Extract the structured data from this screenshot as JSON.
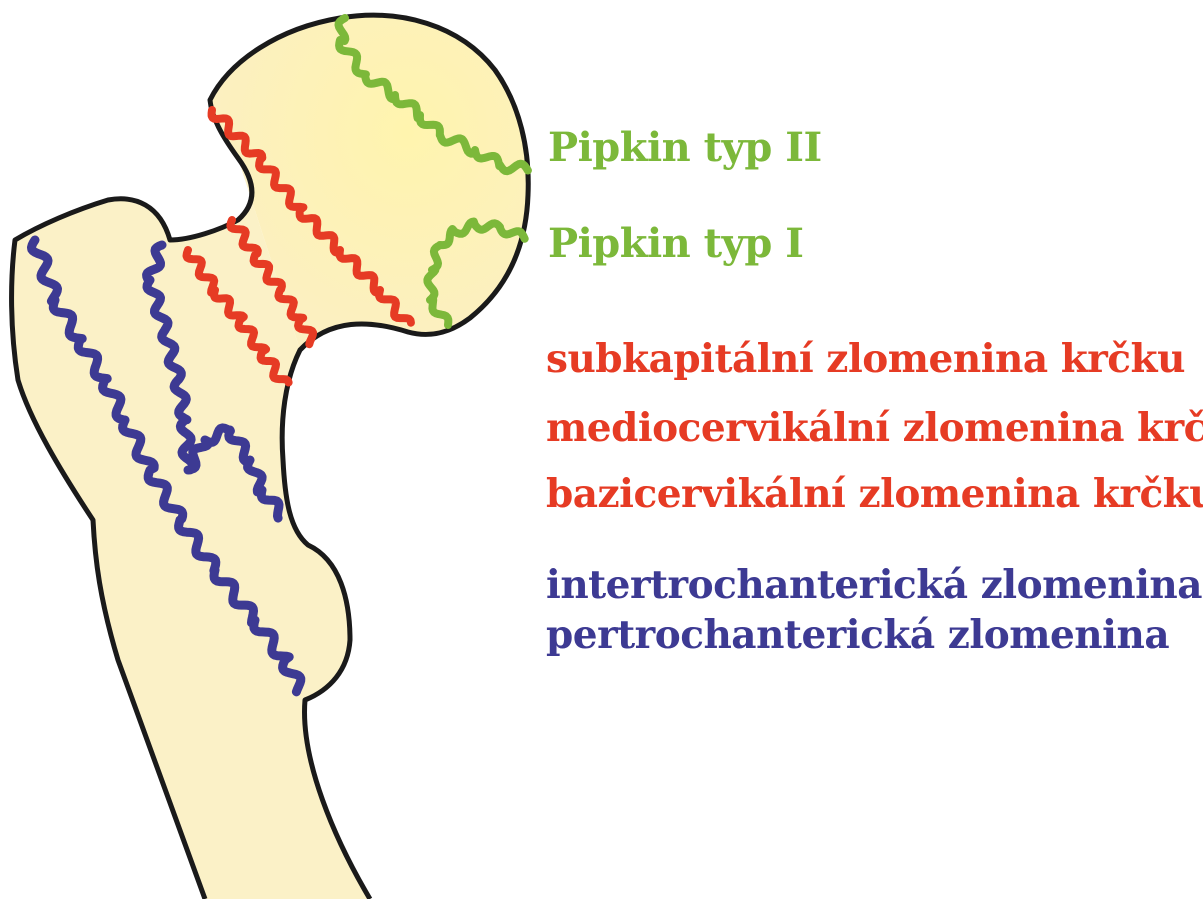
{
  "colors": {
    "pipkin": "#7cb83a",
    "neck": "#e63b24",
    "trochanteric": "#3d3a93",
    "bone_fill_light": "#fff3b8",
    "bone_fill": "#fbf1c7",
    "outline": "#1a1a1a"
  },
  "labels": {
    "pipkin_type_2": "Pipkin typ II",
    "pipkin_type_1": "Pipkin typ I",
    "subcapital": "subkapitální zlomenina krčku",
    "mediocervical": "mediocervikální zlomenina krčku",
    "basicervical": "bazicervikální zlomenina krčku",
    "intertrochanteric": "intertrochanterická zlomenina",
    "pertrochanteric": "pertrochanterická zlomenina"
  }
}
